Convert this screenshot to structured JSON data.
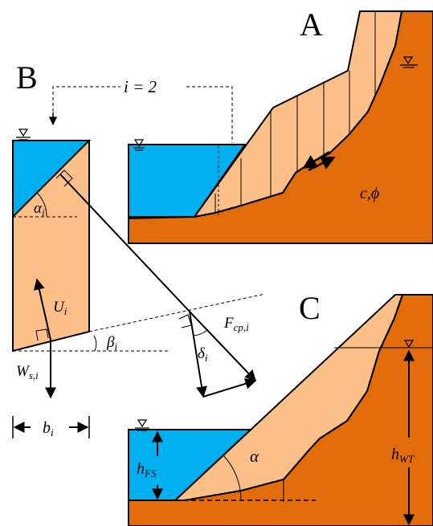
{
  "panels": {
    "a": "A",
    "b": "B",
    "c": "C"
  },
  "panel_a": {
    "index_label": "i = 2",
    "soil_label": "c,ϕ"
  },
  "panel_b": {
    "alpha": "α",
    "alpha_sub": "i",
    "u": "U",
    "u_sub": "i",
    "beta": "β",
    "beta_sub": "i",
    "w": "W",
    "w_sub": "s,i",
    "f": "F",
    "f_sub": "cp,i",
    "delta": "δ",
    "delta_sub": "i",
    "b": "b",
    "b_sub": "i"
  },
  "panel_c": {
    "alpha": "α",
    "h_fs": "h",
    "h_fs_sub": "FS",
    "h_wt": "h",
    "h_wt_sub": "WT"
  },
  "icons": [
    "water-table-icon"
  ],
  "colors": {
    "water": "#00b0f0",
    "sliding_mass": "#fbbf87",
    "bedrock": "#e36c0a"
  }
}
